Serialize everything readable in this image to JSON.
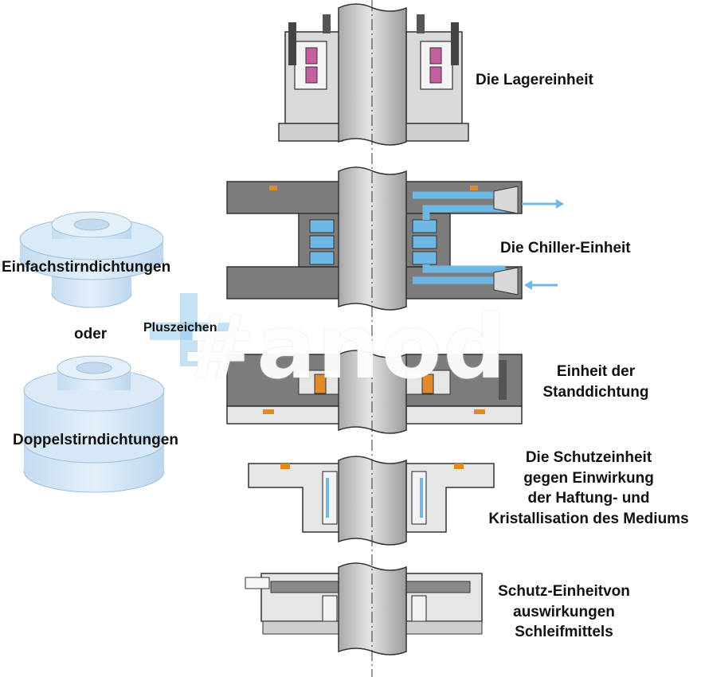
{
  "labels": {
    "lagereinheit": "Die Lagereinheit",
    "chiller": "Die Chiller-Einheit",
    "stand_line1": "Einheit der",
    "stand_line2": "Standdichtung",
    "schutz_line1": "Die Schutzeinheit",
    "schutz_line2": "gegen Einwirkung",
    "schutz_line3": "der Haftung- und",
    "schutz_line4": "Kristallisation des Mediums",
    "schleif_line1": "Schutz-Einheitvon",
    "schleif_line2": "auswirkungen",
    "schleif_line3": "Schleifmittels",
    "einfach": "Einfachstirndichtungen",
    "oder": "oder",
    "doppel": "Doppelstirndichtungen",
    "plus": "Pluszeichen"
  },
  "watermark": "#anod",
  "colors": {
    "housing_dark": "#7c7c7c",
    "housing_light": "#e6e6e6",
    "shaft": "#c9c9c9",
    "coolant_blue": "#6fb7e4",
    "seal_orange": "#e08a2a",
    "bearing_magenta": "#c45fa0",
    "seal_ring_blue": "#cfe4f5"
  }
}
